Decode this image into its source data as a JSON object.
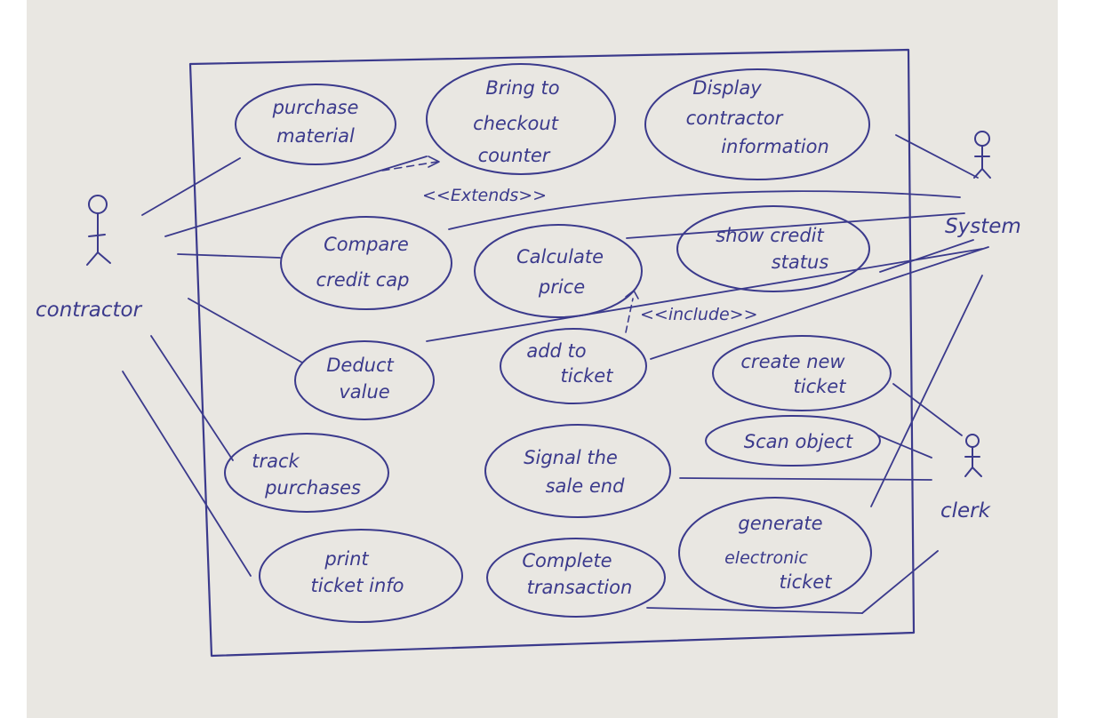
{
  "diagram": {
    "ink_color": "#3b3a8c",
    "paper_color": "#e9e7e2",
    "actors": [
      {
        "id": "contractor",
        "label": "contractor"
      },
      {
        "id": "system",
        "label": "System"
      },
      {
        "id": "clerk",
        "label": "clerk"
      }
    ],
    "use_cases": [
      {
        "id": "purchase-material",
        "lines": [
          "purchase",
          "material"
        ]
      },
      {
        "id": "bring-to-checkout",
        "lines": [
          "Bring to",
          "checkout",
          "counter"
        ]
      },
      {
        "id": "display-contractor-info",
        "lines": [
          "Display",
          "contractor",
          "information"
        ]
      },
      {
        "id": "compare-credit-cap",
        "lines": [
          "Compare",
          "credit cap"
        ]
      },
      {
        "id": "calculate-price",
        "lines": [
          "Calculate",
          "price"
        ]
      },
      {
        "id": "show-credit-status",
        "lines": [
          "show credit",
          "status"
        ]
      },
      {
        "id": "deduct-value",
        "lines": [
          "Deduct",
          "value"
        ]
      },
      {
        "id": "add-to-ticket",
        "lines": [
          "add to",
          "ticket"
        ]
      },
      {
        "id": "create-new-ticket",
        "lines": [
          "create new",
          "ticket"
        ]
      },
      {
        "id": "scan-object",
        "lines": [
          "Scan object"
        ]
      },
      {
        "id": "track-purchases",
        "lines": [
          "track",
          "purchases"
        ]
      },
      {
        "id": "signal-sale-end",
        "lines": [
          "Signal the",
          "sale end"
        ]
      },
      {
        "id": "generate-electronic-ticket",
        "lines": [
          "generate",
          "electronic",
          "ticket"
        ]
      },
      {
        "id": "print-ticket-info",
        "lines": [
          "print",
          "ticket info"
        ]
      },
      {
        "id": "complete-transaction",
        "lines": [
          "Complete",
          "transaction"
        ]
      }
    ],
    "relations": [
      {
        "id": "extends",
        "label": "<<Extends>>"
      },
      {
        "id": "include",
        "label": "<<include>>"
      }
    ]
  }
}
